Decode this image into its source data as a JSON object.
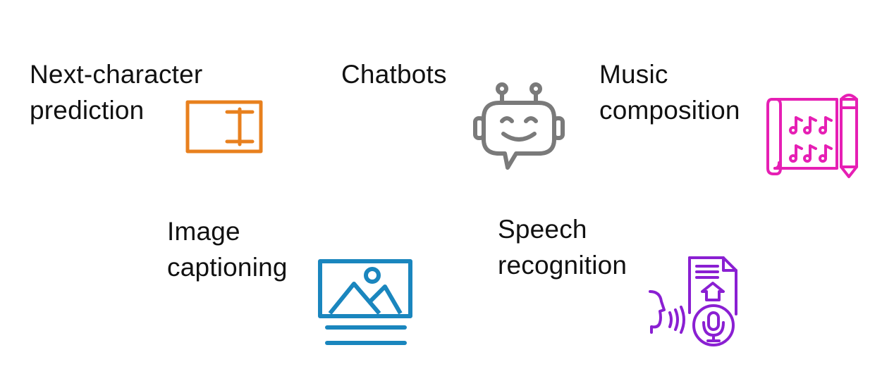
{
  "items": [
    {
      "lines": [
        "Next-character",
        "prediction"
      ],
      "icon": "text-cursor-icon",
      "color": "#E8801E"
    },
    {
      "lines": [
        "Chatbots"
      ],
      "icon": "robot-chat-icon",
      "color": "#7A7A7A"
    },
    {
      "lines": [
        "Music",
        "composition"
      ],
      "icon": "music-sheet-pencil-icon",
      "color": "#E61FB4"
    },
    {
      "lines": [
        "Image",
        "captioning"
      ],
      "icon": "image-caption-icon",
      "color": "#1A86BE"
    },
    {
      "lines": [
        "Speech",
        "recognition"
      ],
      "icon": "speech-recognition-icon",
      "color": "#8A1FD2"
    }
  ]
}
